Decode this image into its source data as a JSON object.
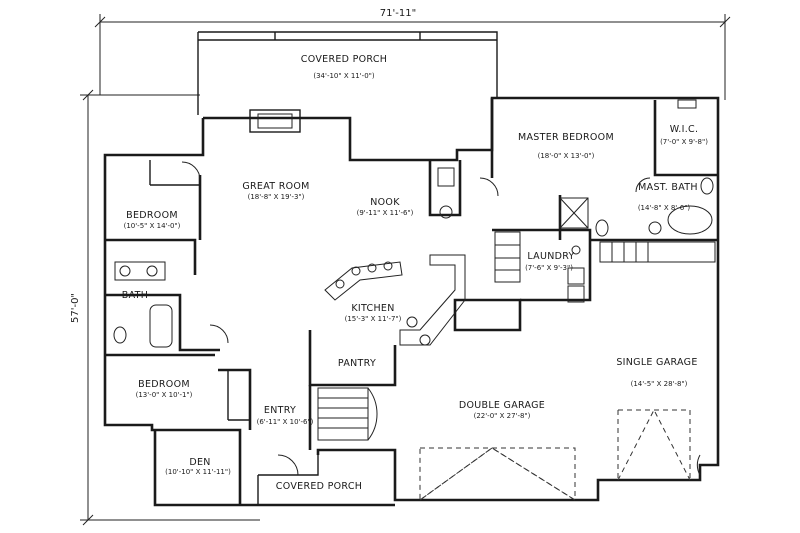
{
  "dimensions": {
    "width": "71'-11\"",
    "depth": "57'-0\""
  },
  "rooms": {
    "covered_porch_rear": {
      "name": "COVERED PORCH",
      "size": "(34'-10\" X 11'-0\")"
    },
    "master_bedroom": {
      "name": "MASTER BEDROOM",
      "size": "(18'-0\" X 13'-0\")"
    },
    "wic": {
      "name": "W.I.C.",
      "size": "(7'-0\" X 9'-8\")"
    },
    "mast_bath": {
      "name": "MAST. BATH",
      "size": "(14'-8\" X 8'-6\")"
    },
    "great_room": {
      "name": "GREAT ROOM",
      "size": "(18'-8\" X 19'-3\")"
    },
    "nook": {
      "name": "NOOK",
      "size": "(9'-11\" X 11'-6\")"
    },
    "bedroom_1": {
      "name": "BEDROOM",
      "size": "(10'-5\" X 14'-0\")"
    },
    "laundry": {
      "name": "LAUNDRY",
      "size": "(7'-6\" X 9'-3\")"
    },
    "bath": {
      "name": "BATH"
    },
    "kitchen": {
      "name": "KITCHEN",
      "size": "(15'-3\" X 11'-7\")"
    },
    "single_garage": {
      "name": "SINGLE GARAGE",
      "size": "(14'-5\" X 28'-8\")"
    },
    "pantry": {
      "name": "PANTRY"
    },
    "bedroom_2": {
      "name": "BEDROOM",
      "size": "(13'-0\" X 10'-1\")"
    },
    "entry": {
      "name": "ENTRY",
      "size": "(6'-11\" X 10'-6\")"
    },
    "double_garage": {
      "name": "DOUBLE GARAGE",
      "size": "(22'-0\" X 27'-8\")"
    },
    "den": {
      "name": "DEN",
      "size": "(10'-10\" X 11'-11\")"
    },
    "covered_porch_front": {
      "name": "COVERED PORCH"
    }
  }
}
